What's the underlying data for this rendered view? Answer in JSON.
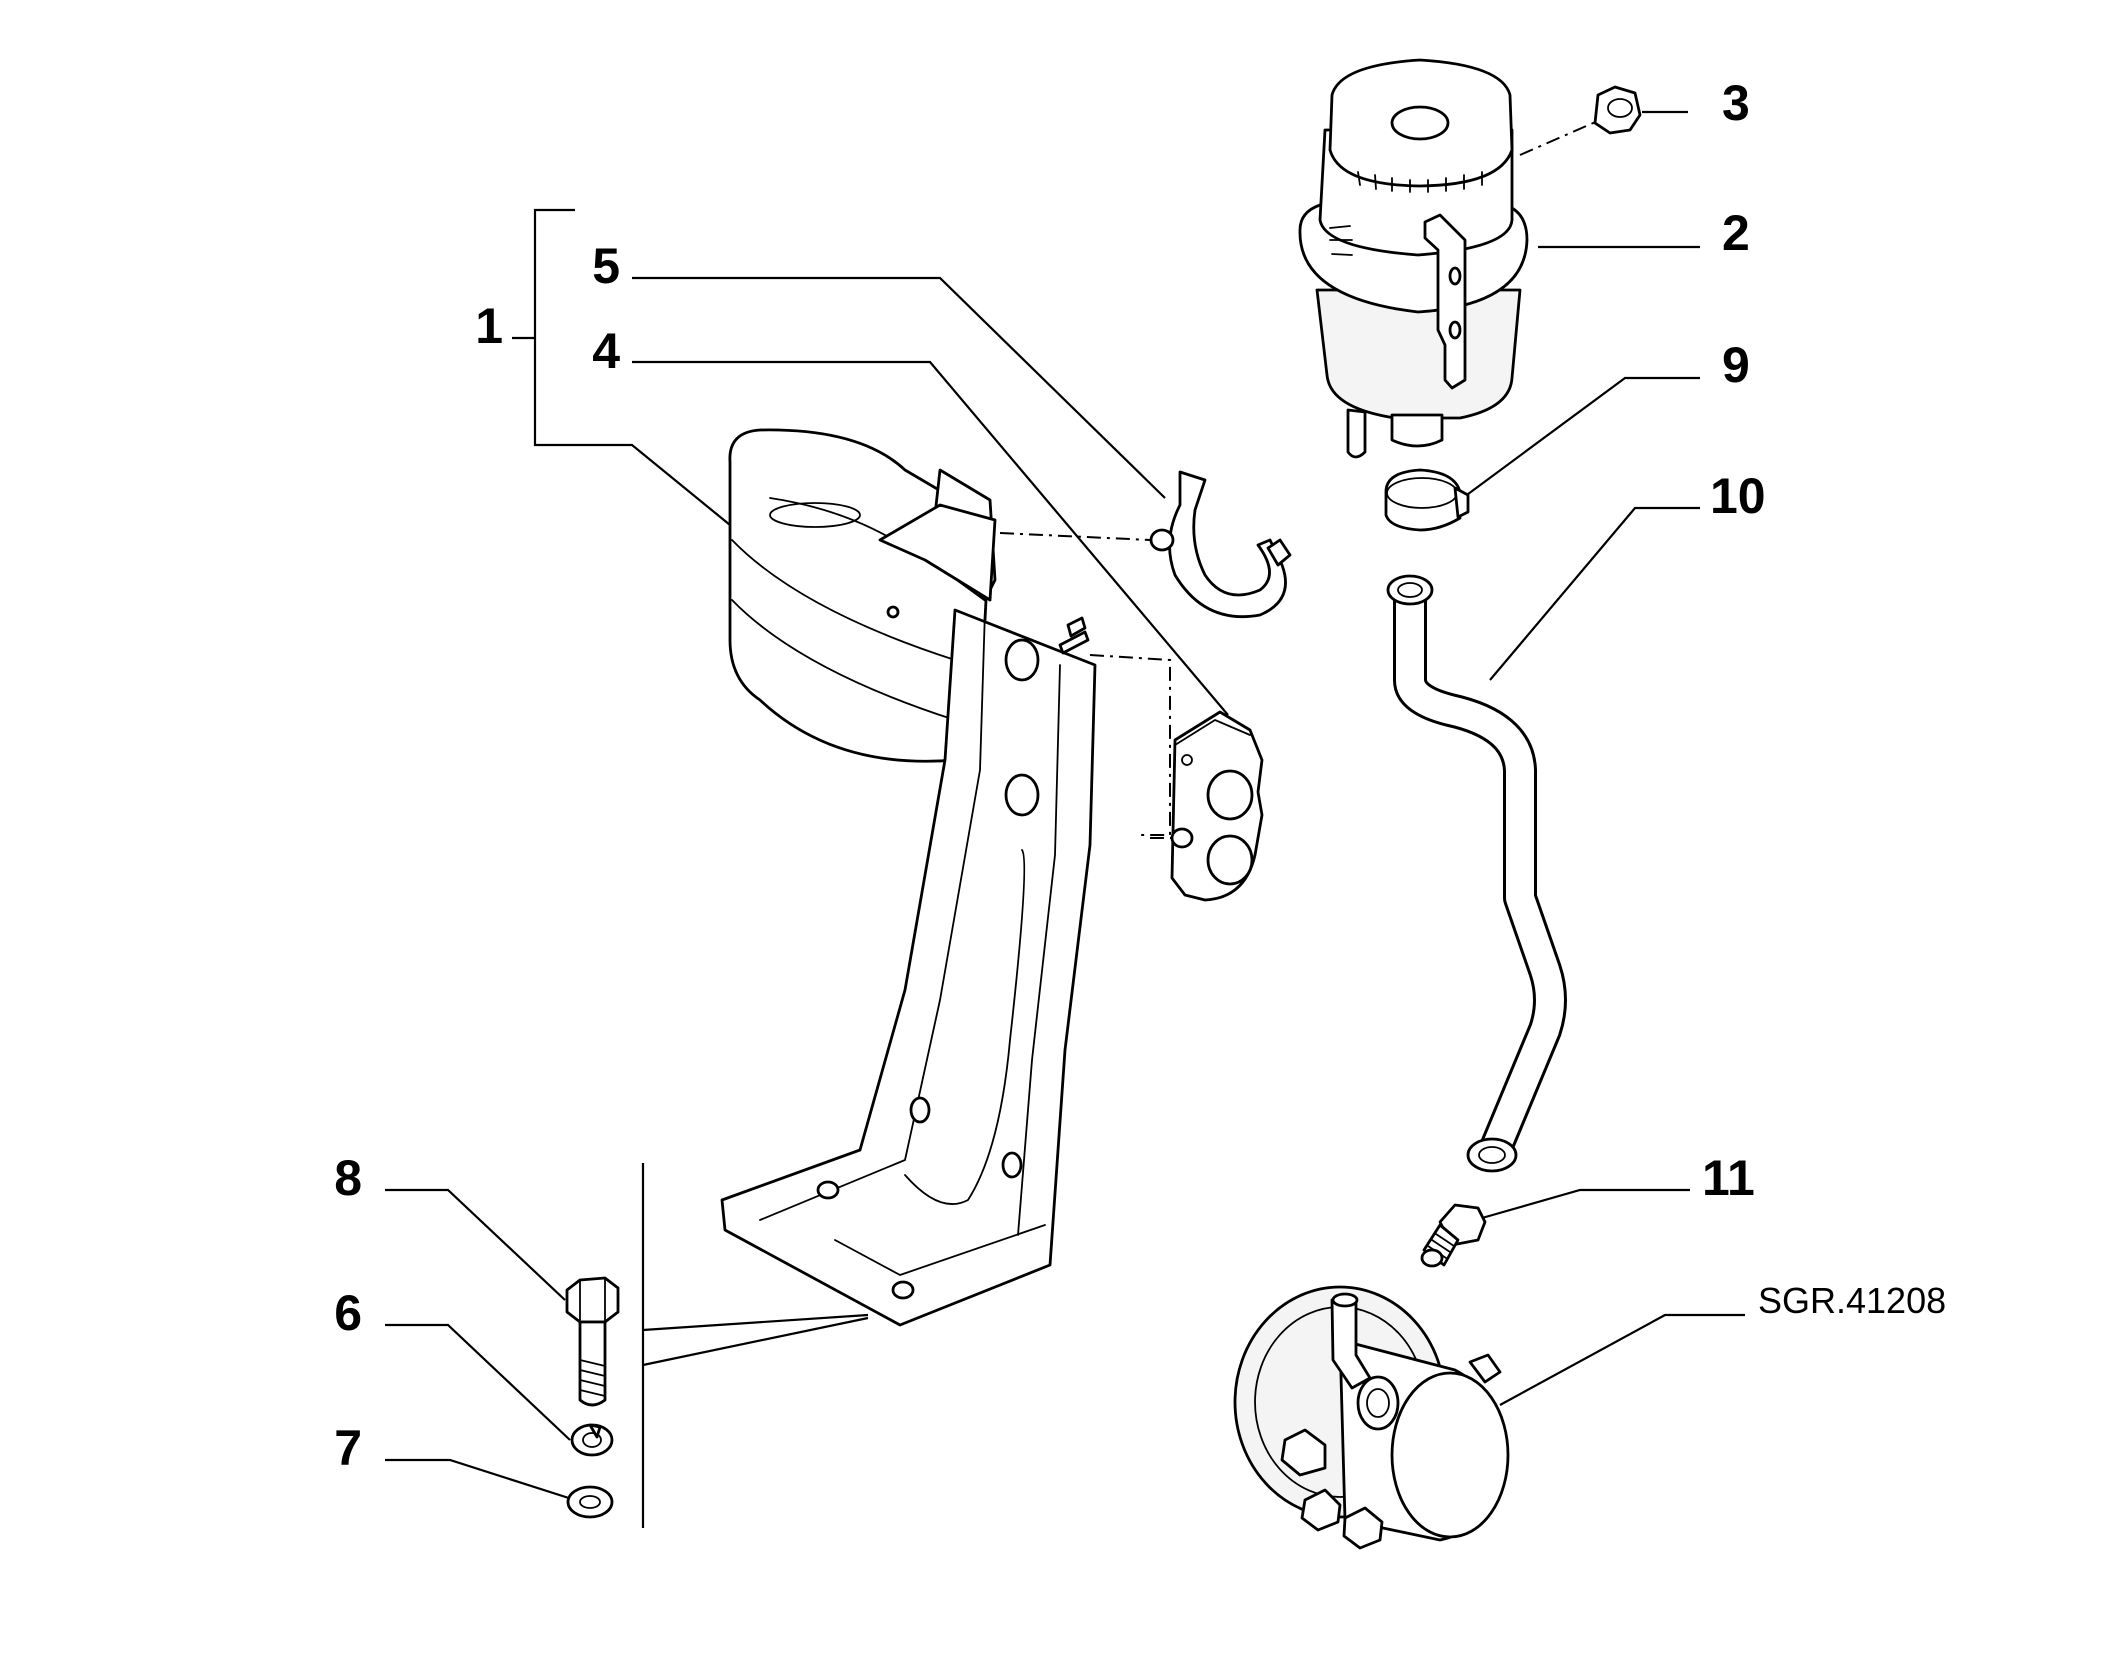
{
  "diagram": {
    "callouts": {
      "c1": "1",
      "c2": "2",
      "c3": "3",
      "c4": "4",
      "c5": "5",
      "c6": "6",
      "c7": "7",
      "c8": "8",
      "c9": "9",
      "c10": "10",
      "c11": "11"
    },
    "reference_code": "SGR.41208"
  }
}
